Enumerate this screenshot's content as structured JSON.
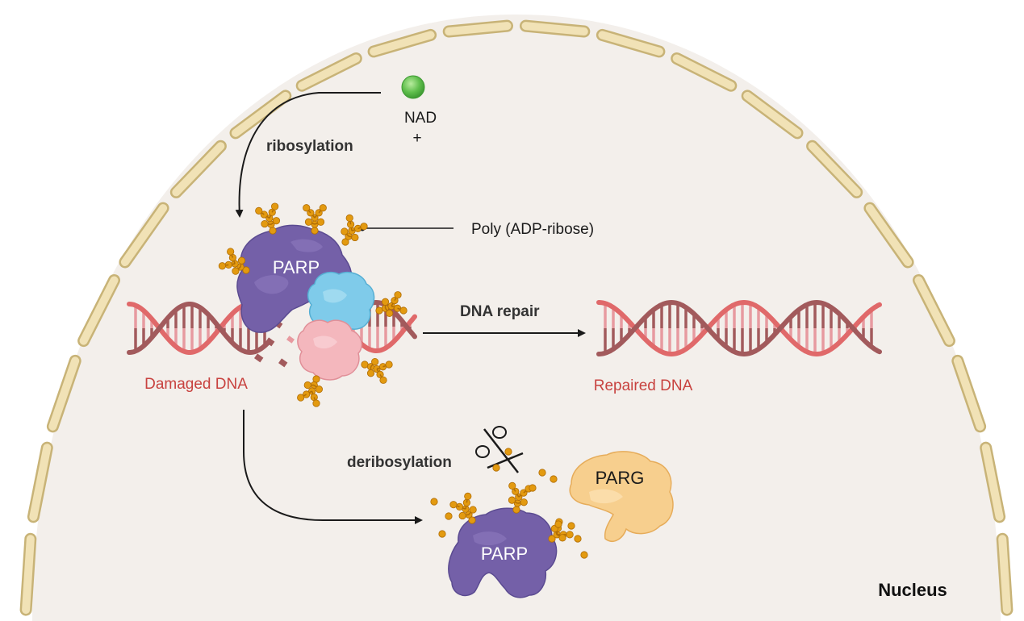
{
  "labels": {
    "nad": "NAD",
    "nad_charge": "+",
    "ribosylation": "ribosylation",
    "poly_adp_ribose": "Poly (ADP-ribose)",
    "parp_top": "PARP",
    "dna_repair": "DNA repair",
    "damaged_dna": "Damaged DNA",
    "repaired_dna": "Repaired DNA",
    "deribosylation": "deribosylation",
    "parg": "PARG",
    "parp_bottom": "PARP",
    "nucleus": "Nucleus"
  },
  "colors": {
    "background": "#f3efeb",
    "membrane_fill": "#f1e2b6",
    "membrane_stroke": "#c8b377",
    "dna_dark": "#a25a5c",
    "dna_light": "#e0696a",
    "dna_rung": "#e79aa0",
    "dna_text": "#c8423f",
    "parp": "#7460a8",
    "parp_dark": "#5b4b91",
    "blue_protein": "#7fcbea",
    "pink_protein": "#f4b7bd",
    "parg": "#f7cf8e",
    "polymer_bead": "#e39a10",
    "polymer_stroke": "#b06d06",
    "arrow": "#1a1a1a",
    "nad_green": "#5fbe4c"
  }
}
